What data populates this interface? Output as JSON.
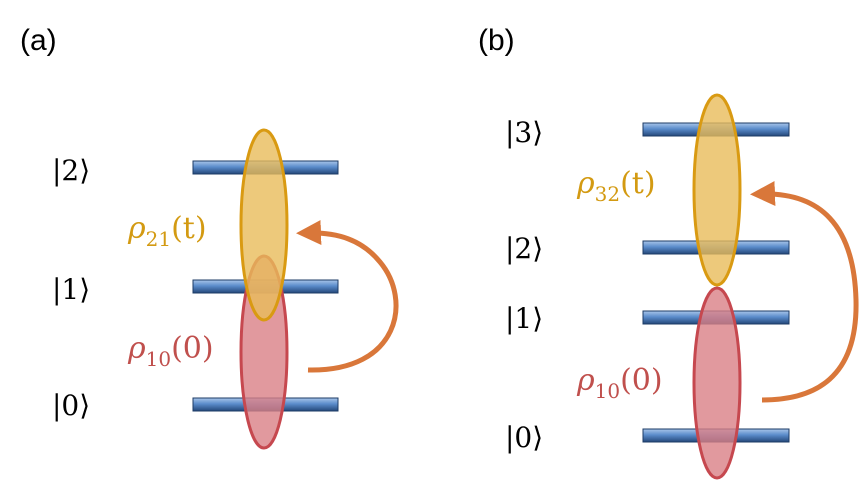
{
  "colors": {
    "level_fill_light": "#7fa6d8",
    "level_fill_dark": "#2d5a96",
    "level_edge": "#1c3b66",
    "orange_fill": "#e8bc5a",
    "orange_edge": "#d99a12",
    "orange_text": "#d39a12",
    "red_fill": "#d98086",
    "red_edge": "#c6484f",
    "red_text": "#c0504d",
    "arrow": "#d9773a"
  },
  "panel_a": {
    "label": "(a)",
    "kets": {
      "k2": "|2⟩",
      "k1": "|1⟩",
      "k0": "|0⟩"
    },
    "coherence_top": {
      "symbol": "ρ",
      "sub": "21",
      "arg": "(t)"
    },
    "coherence_bottom": {
      "symbol": "ρ",
      "sub": "10",
      "arg": "(0)"
    }
  },
  "panel_b": {
    "label": "(b)",
    "kets": {
      "k3": "|3⟩",
      "k2": "|2⟩",
      "k1": "|1⟩",
      "k0": "|0⟩"
    },
    "coherence_top": {
      "symbol": "ρ",
      "sub": "32",
      "arg": "(t)"
    },
    "coherence_bottom": {
      "symbol": "ρ",
      "sub": "10",
      "arg": "(0)"
    }
  }
}
